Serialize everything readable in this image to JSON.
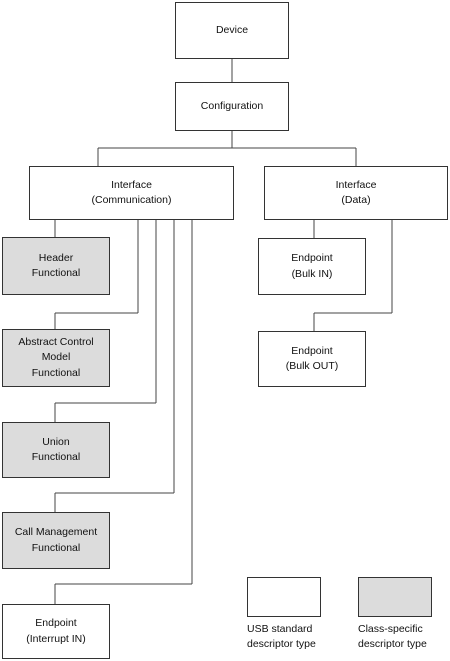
{
  "nodes": {
    "device": "Device",
    "configuration": "Configuration",
    "interface_comm": "Interface\n(Communication)",
    "interface_data": "Interface\n(Data)",
    "header": "Header\nFunctional",
    "acm": "Abstract Control\nModel\nFunctional",
    "union": "Union\nFunctional",
    "call_mgmt": "Call Management\nFunctional",
    "ep_interrupt": "Endpoint\n(Interrupt IN)",
    "ep_bulk_in": "Endpoint\n(Bulk IN)",
    "ep_bulk_out": "Endpoint\n(Bulk OUT)"
  },
  "legend": {
    "standard": "USB standard\ndescriptor type",
    "class_specific": "Class-specific\ndescriptor type"
  },
  "colors": {
    "standard_fill": "#ffffff",
    "class_specific_fill": "#dcdcdc"
  }
}
